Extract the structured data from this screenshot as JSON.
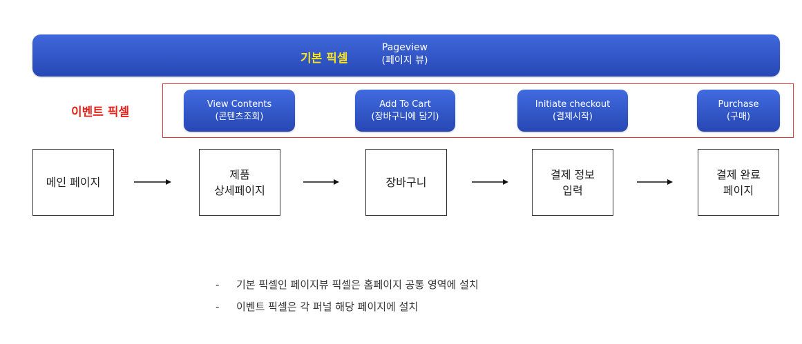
{
  "base_pixel": {
    "label": "기본 픽셀",
    "title_line1": "Pageview",
    "title_line2": "(페이지 뷰)"
  },
  "event_pixel": {
    "label": "이벤트 픽셀",
    "events": [
      {
        "line1": "View Contents",
        "line2": "(콘텐츠조회)"
      },
      {
        "line1": "Add To Cart",
        "line2": "(장바구니에 담기)"
      },
      {
        "line1": "Initiate checkout",
        "line2": "(결제시작)"
      },
      {
        "line1": "Purchase",
        "line2": "(구매)"
      }
    ]
  },
  "flow_steps": [
    {
      "line1": "메인 페이지",
      "line2": ""
    },
    {
      "line1": "제품",
      "line2": "상세페이지"
    },
    {
      "line1": "장바구니",
      "line2": ""
    },
    {
      "line1": "결제 정보",
      "line2": "입력"
    },
    {
      "line1": "결제 완료",
      "line2": "페이지"
    }
  ],
  "notes": [
    "기본 픽셀인 페이지뷰 픽셀은 홈페이지 공통 영역에 설치",
    "이벤트 픽셀은 각 퍼널 해당 페이지에 설치"
  ],
  "colors": {
    "bar_blue": "#2f55c8",
    "base_label_yellow": "#f6e221",
    "event_label_red": "#e0241b",
    "frame_red": "#e03a34"
  }
}
